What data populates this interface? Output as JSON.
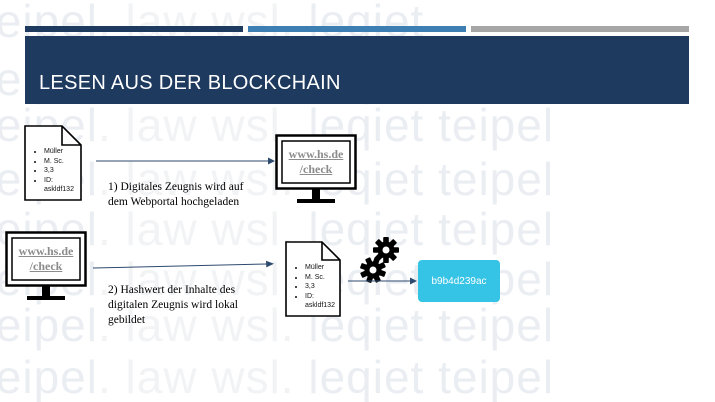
{
  "slide": {
    "title": "LESEN AUS DER BLOCKCHAIN",
    "accent_colors": {
      "navy": "#1e3a5f",
      "stripe_dark": "#1e3a5f",
      "stripe_mid": "#3d7eb3",
      "stripe_gray": "#a6a6a6",
      "hash_box": "#35c3e6"
    }
  },
  "watermark": {
    "text_a": "teipel",
    "text_b": ". law",
    "text_c": " wsl.",
    "text_d": "leqiet"
  },
  "document_1": {
    "items": [
      "Müller",
      "M. Sc.",
      "3,3",
      "ID: askldf132"
    ]
  },
  "document_2": {
    "items": [
      "Müller",
      "M. Sc.",
      "3,3",
      "ID: askldf132"
    ]
  },
  "monitor_1": {
    "line1": "www.hs.de",
    "line2": "/check"
  },
  "monitor_2": {
    "line1": "www.hs.de",
    "line2": "/check"
  },
  "step_1": {
    "line1": "1) Digitales Zeugnis wird auf",
    "line2": "dem Webportal hochgeladen"
  },
  "step_2": {
    "line1": "2) Hashwert der Inhalte des",
    "line2": "digitalen Zeugnis wird lokal",
    "line3": "gebildet"
  },
  "hash": {
    "value": "b9b4d239ac"
  },
  "icons": {
    "document": "document-icon",
    "monitor": "monitor-icon",
    "gear": "gear-icon",
    "arrow": "arrow-icon"
  }
}
